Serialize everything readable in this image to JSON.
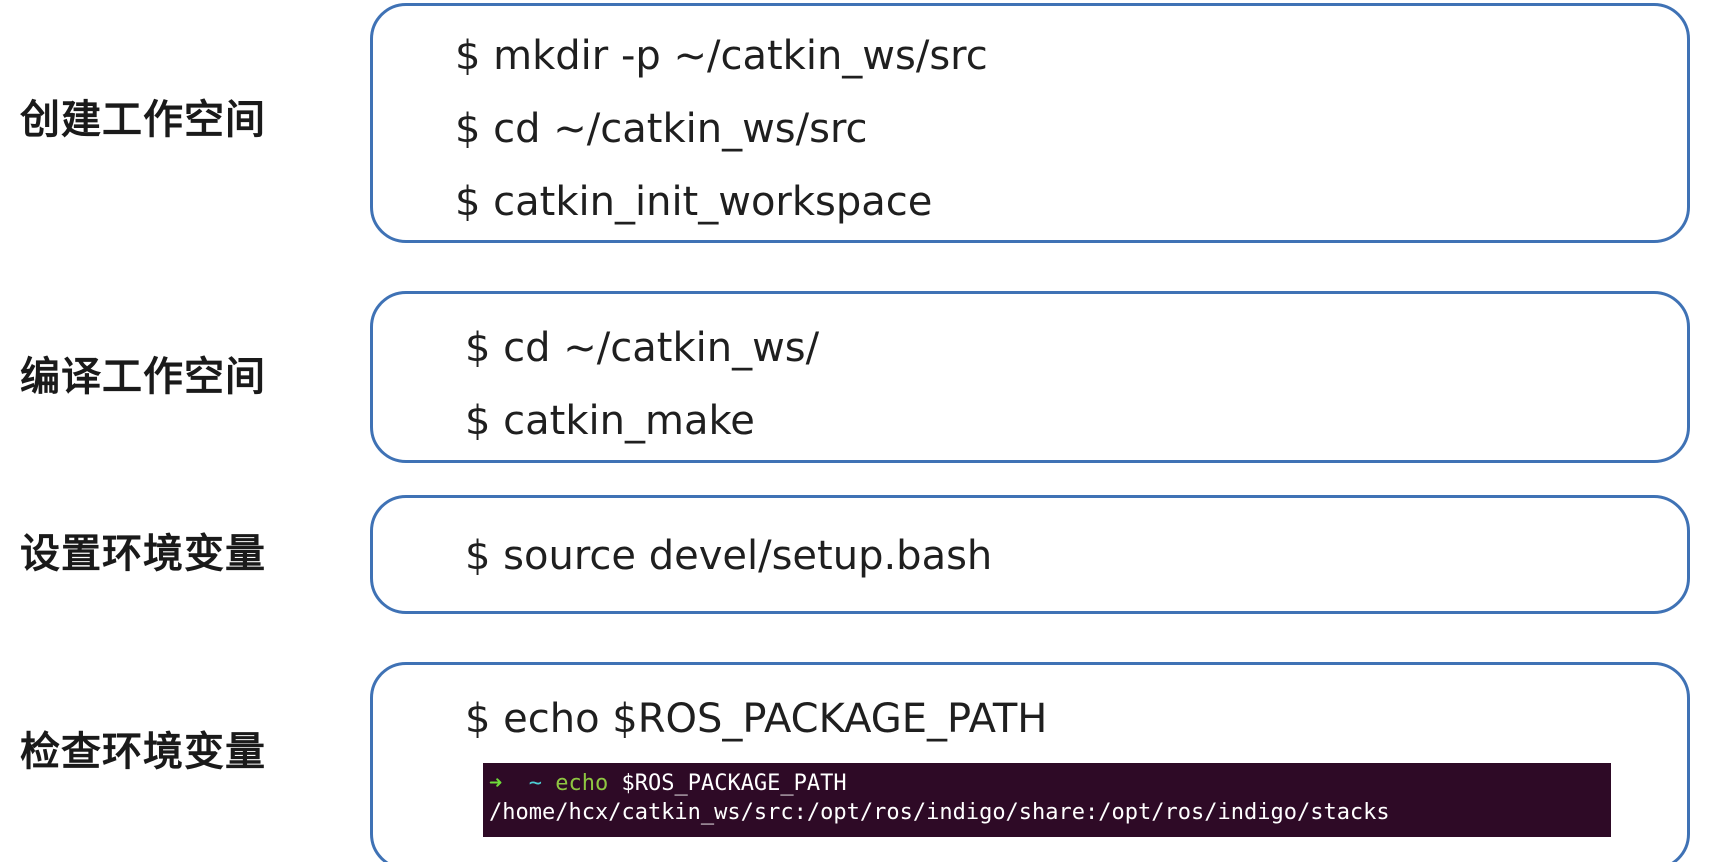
{
  "steps": [
    {
      "label": "创建工作空间",
      "commands": [
        "$ mkdir -p ~/catkin_ws/src",
        "$ cd ~/catkin_ws/src",
        "$ catkin_init_workspace"
      ]
    },
    {
      "label": "编译工作空间",
      "commands": [
        "$ cd ~/catkin_ws/",
        "$ catkin_make"
      ]
    },
    {
      "label": "设置环境变量",
      "commands": [
        "$ source devel/setup.bash"
      ]
    },
    {
      "label": "检查环境变量",
      "commands": [
        "$ echo $ROS_PACKAGE_PATH"
      ]
    }
  ],
  "terminal": {
    "prompt_arrow": "➜",
    "prompt_dir": "~",
    "command": "echo",
    "argument": "$ROS_PACKAGE_PATH",
    "output": "/home/hcx/catkin_ws/src:/opt/ros/indigo/share:/opt/ros/indigo/stacks"
  },
  "colors": {
    "box_border": "#3f72b5",
    "terminal_bg": "#2e0a26",
    "prompt_arrow": "#6fdc3a",
    "prompt_dir": "#4dd0d6",
    "echo_command": "#8ec641"
  }
}
